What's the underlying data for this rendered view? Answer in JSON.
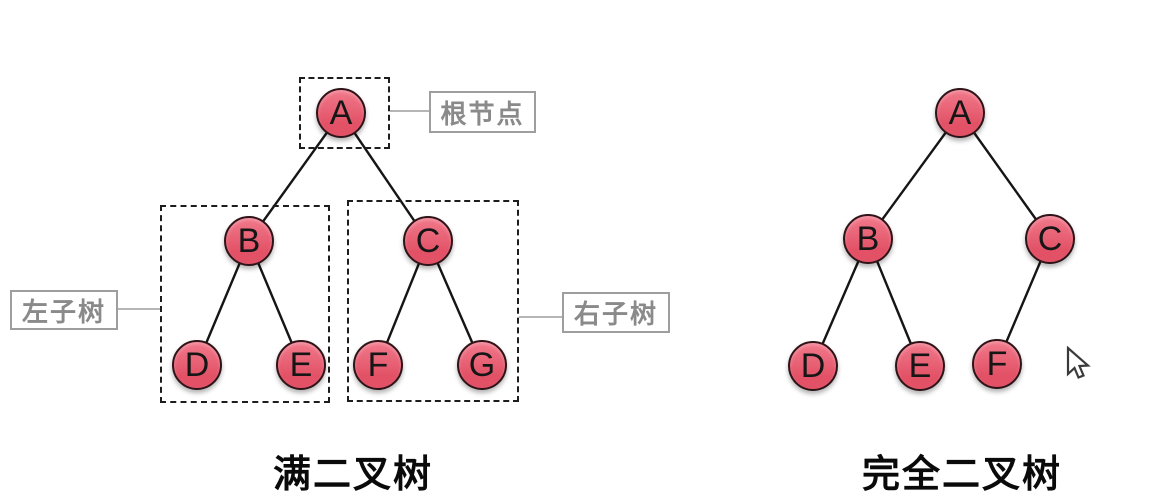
{
  "colors": {
    "background": "#ffffff",
    "node_fill_top": "#f1798b",
    "node_fill_bottom": "#e25166",
    "node_border": "#2e1418",
    "node_text": "#161616",
    "edge": "#151515",
    "dashed_box": "#1d1d1d",
    "annotation_border": "#9e9e9e",
    "annotation_text": "#8a8a8a",
    "connector": "#b5b5b5",
    "caption_text": "#0a0a0a"
  },
  "trees": {
    "full": {
      "caption": "满二叉树",
      "nodes": [
        {
          "label": "A"
        },
        {
          "label": "B"
        },
        {
          "label": "C"
        },
        {
          "label": "D"
        },
        {
          "label": "E"
        },
        {
          "label": "F"
        },
        {
          "label": "G"
        }
      ],
      "annotations": {
        "root": "根节点",
        "left": "左子树",
        "right": "右子树"
      }
    },
    "complete": {
      "caption": "完全二叉树",
      "nodes": [
        {
          "label": "A"
        },
        {
          "label": "B"
        },
        {
          "label": "C"
        },
        {
          "label": "D"
        },
        {
          "label": "E"
        },
        {
          "label": "F"
        }
      ]
    }
  },
  "icons": {
    "cursor": "arrow-pointer"
  }
}
